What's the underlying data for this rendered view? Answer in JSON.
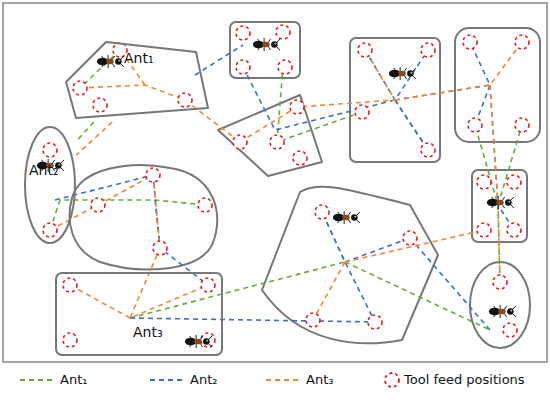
{
  "diagram": {
    "nodes": [
      {
        "text": [
          "Ant₁"
        ]
      },
      {
        "text": [
          "Ant₂"
        ]
      },
      {
        "text": [
          "Ant₃"
        ]
      }
    ],
    "edges": [
      {
        "from": 0,
        "to": 1,
        "arrow": "none"
      },
      {
        "from": 0,
        "to": 1,
        "arrow": "none"
      }
    ],
    "legend": [
      {
        "text": "Ant₁"
      },
      {
        "text": "Ant₂"
      },
      {
        "text": "Ant₃"
      },
      {
        "text": "Tool feed positions"
      }
    ]
  }
}
